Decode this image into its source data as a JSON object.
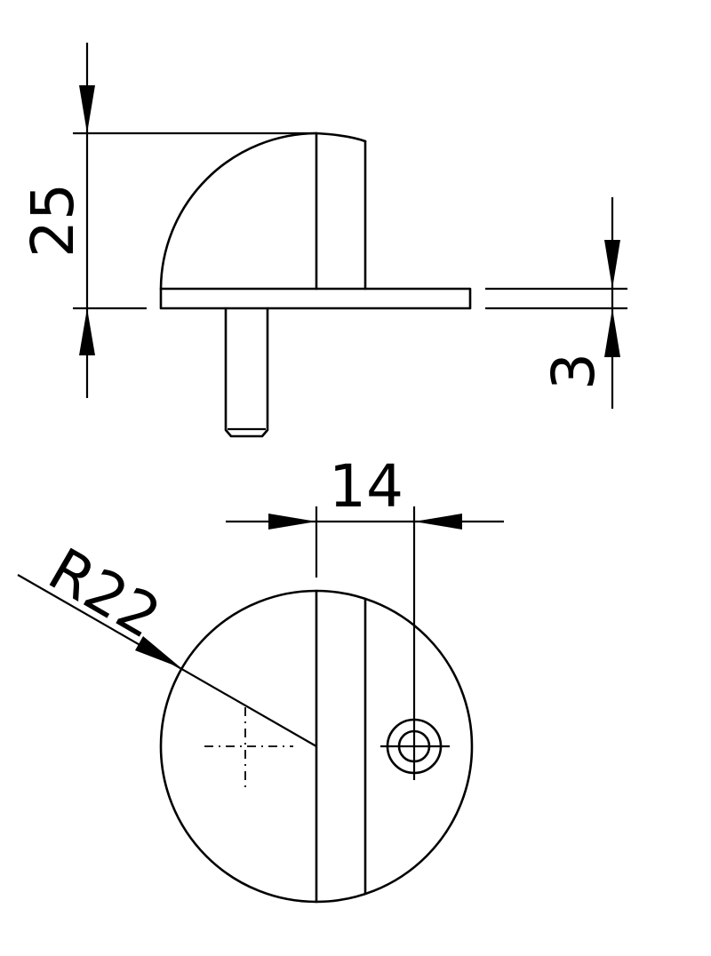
{
  "dimensions": {
    "height_total": "25",
    "plate_thickness": "3",
    "offset": "14",
    "radius": "R22"
  },
  "colors": {
    "line": "#000000",
    "background": "#ffffff"
  }
}
